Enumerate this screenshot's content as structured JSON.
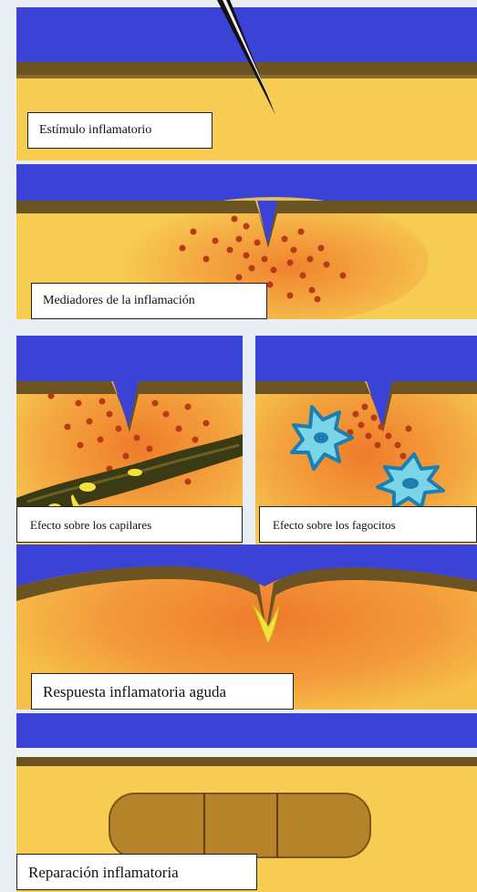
{
  "stages": [
    {
      "caption": "Estímulo inflamatorio"
    },
    {
      "caption": "Mediadores de la inflamación"
    },
    {
      "caption": "Efecto sobre los capilares"
    },
    {
      "caption": "Efecto sobre los fagocitos"
    },
    {
      "caption": "Respuesta inflamatoria aguda"
    },
    {
      "caption": "Reparación inflamatoria"
    }
  ],
  "colors": {
    "sky": "#3a43d6",
    "epidermis": "#6b5322",
    "tissue": "#f6cc52",
    "inflamed": "#ef7b2a",
    "mediator": "#b83a18",
    "capillary": "#3a3a14",
    "phagocyte": "#7ad6e6",
    "bandage": "#b5832a"
  },
  "icons": [
    "needle-icon",
    "capillary-icon",
    "phagocyte-icon",
    "bandage-icon"
  ]
}
